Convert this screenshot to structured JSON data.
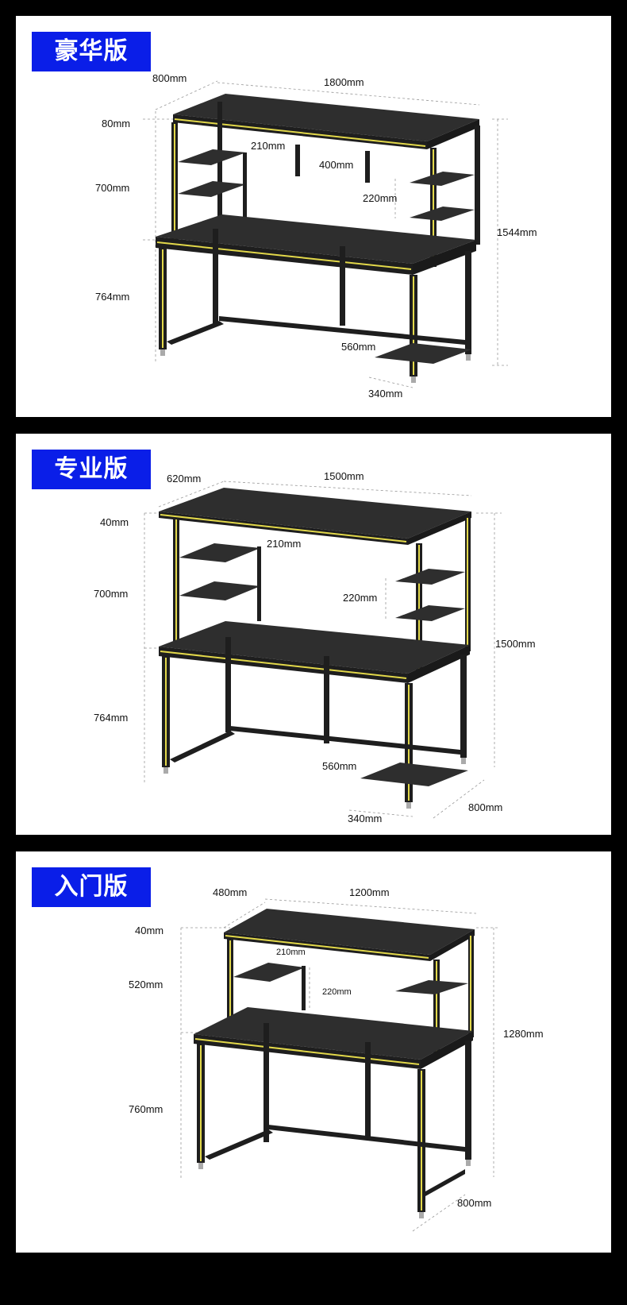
{
  "sections": [
    {
      "title": "豪华版",
      "dims": {
        "depth": "800mm",
        "width": "1800mm",
        "top_gap": "80mm",
        "upper_height": "700mm",
        "shelf_depth": "210mm",
        "hang_bar": "400mm",
        "shelf_gap": "220mm",
        "total_height": "1544mm",
        "lower_height": "764mm",
        "foot_width": "560mm",
        "foot_depth": "340mm"
      }
    },
    {
      "title": "专业版",
      "dims": {
        "depth": "620mm",
        "width": "1500mm",
        "top_gap": "40mm",
        "shelf_depth": "210mm",
        "upper_height": "700mm",
        "shelf_gap": "220mm",
        "total_height": "1500mm",
        "lower_height": "764mm",
        "foot_width": "560mm",
        "foot_depth": "340mm",
        "bottom_depth": "800mm"
      }
    },
    {
      "title": "入门版",
      "dims": {
        "depth": "480mm",
        "width": "1200mm",
        "top_gap": "40mm",
        "shelf_depth": "210mm",
        "upper_height": "520mm",
        "shelf_gap": "220mm",
        "total_height": "1280mm",
        "lower_height": "760mm",
        "bottom_depth": "800mm"
      }
    }
  ],
  "colors": {
    "badge": "#0a1ee8",
    "frame": "#1e1e1e",
    "strip": "#e2d84a",
    "top": "#2e2e2e"
  }
}
